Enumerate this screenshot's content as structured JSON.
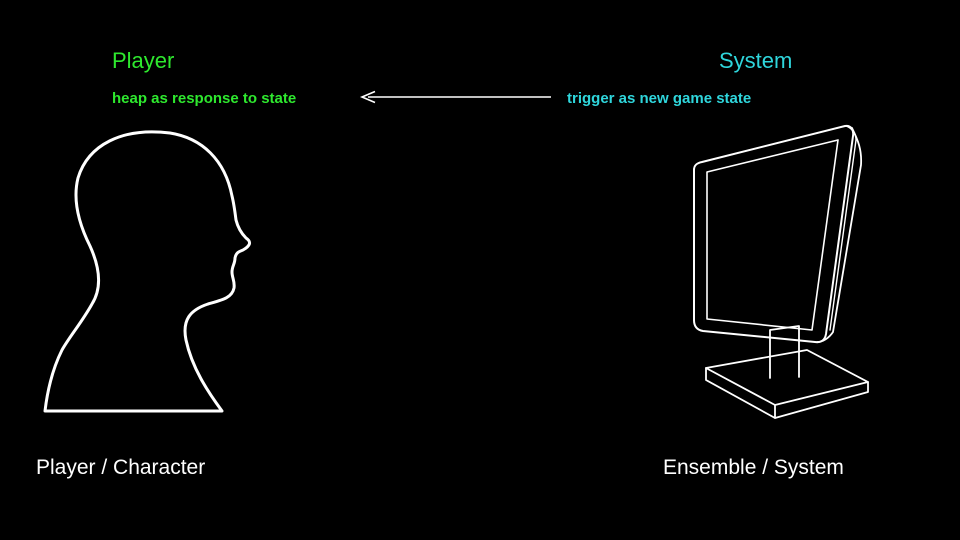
{
  "player": {
    "heading": "Player",
    "subtitle": "heap as response to state",
    "caption": "Player / Character",
    "icon": "head-silhouette-icon"
  },
  "system": {
    "heading": "System",
    "subtitle": "trigger as new game state",
    "caption": "Ensemble / System",
    "icon": "computer-monitor-icon"
  },
  "colors": {
    "background": "#000000",
    "player_accent": "#2ee82e",
    "system_accent": "#2fd6dc",
    "line": "#ffffff"
  }
}
